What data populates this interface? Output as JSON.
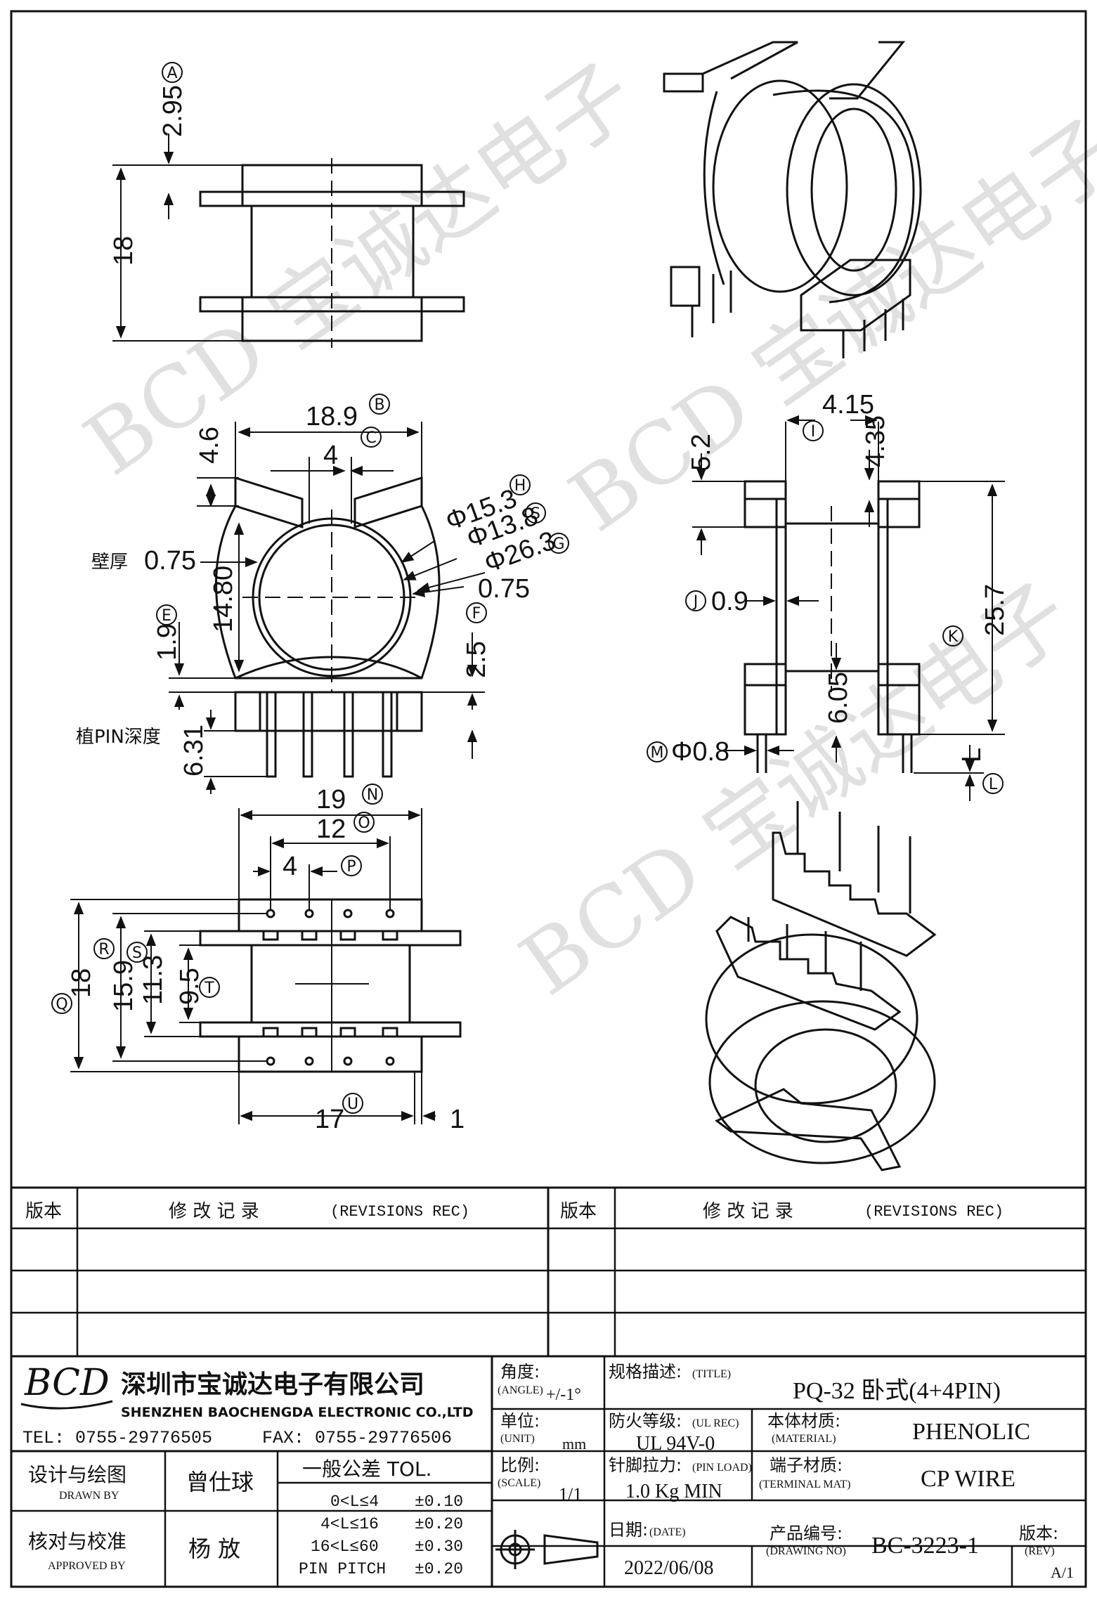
{
  "watermark": {
    "text": "BCD 宝诚达电子"
  },
  "views": {
    "top": {
      "dims": {
        "flange_offset": "2.95",
        "height": "18"
      },
      "refs": {
        "a": "A"
      }
    },
    "front": {
      "dims": {
        "width": "18.9",
        "slot": "4",
        "flange": "4.6",
        "wall_val": "0.75",
        "d_inner": "Φ15.3",
        "d_mid": "Φ13.8",
        "d_outer": "Φ26.3",
        "right_wall": "0.75",
        "inner_h": "14.80",
        "left_drop": "1.9",
        "right_drop": "2.5",
        "pin_depth_val": "6.31"
      },
      "labels": {
        "wall": "壁厚",
        "pin_depth": "植PIN深度"
      },
      "refs": {
        "b": "B",
        "c": "C",
        "h": "H",
        "s": "S",
        "g": "G",
        "e": "E",
        "f": "F"
      }
    },
    "side": {
      "dims": {
        "w1": "4.15",
        "h1": "5.2",
        "h2": "4.35",
        "core": "0.9",
        "h_total": "25.7",
        "foot": "6.05",
        "pin_d": "Φ0.8",
        "pin_l": "L"
      },
      "refs": {
        "i": "I",
        "j": "J",
        "k": "K",
        "m": "M",
        "l": "L"
      }
    },
    "bottom": {
      "dims": {
        "w19": "19",
        "w12": "12",
        "p4": "4",
        "h18": "18",
        "h159": "15.9",
        "h113": "11.3",
        "h95": "9.5",
        "w17": "17",
        "t1": "1"
      },
      "refs": {
        "n": "N",
        "o": "O",
        "p": "P",
        "q": "Q",
        "r": "R",
        "s2": "S",
        "t": "T",
        "u": "U"
      }
    }
  },
  "revisions": {
    "ver_label": "版本",
    "rec_label": "修 改 记 录",
    "rec_label_en": "(REVISIONS REC)"
  },
  "title_block": {
    "company_cn": "深圳市宝诚达电子有限公司",
    "company_en": "SHENZHEN BAOCHENGDA ELECTRONIC CO.,LTD",
    "logo": "BCD",
    "tel": "TEL: 0755-29776505",
    "fax": "FAX: 0755-29776506",
    "angle_label": "角度:",
    "angle_en": "(ANGLE)",
    "angle_val": "+/-1°",
    "title_label": "规格描述:",
    "title_en": "(TITLE)",
    "title_val": "PQ-32 卧式(4+4PIN)",
    "unit_label": "单位:",
    "unit_en": "(UNIT)",
    "unit_val": "mm",
    "ul_label": "防火等级:",
    "ul_en": "(UL REC)",
    "ul_val": "UL 94V-0",
    "material_label": "本体材质:",
    "material_en": "(MATERIAL)",
    "material_val": "PHENOLIC",
    "drawn_label": "设计与绘图",
    "drawn_en": "DRAWN BY",
    "drawn_val": "曾仕球",
    "tol_label": "一般公差 TOL.",
    "tol_rows": [
      {
        "range": "0<L≤4",
        "val": "±0.10"
      },
      {
        "range": "4<L≤16",
        "val": "±0.20"
      },
      {
        "range": "16<L≤60",
        "val": "±0.30"
      },
      {
        "range": "PIN PITCH",
        "val": "±0.20"
      }
    ],
    "scale_label": "比例:",
    "scale_en": "(SCALE)",
    "scale_val": "1/1",
    "pinload_label": "针脚拉力:",
    "pinload_en": "(PIN LOAD)",
    "pinload_val": "1.0 Kg MIN",
    "terminal_label": "端子材质:",
    "terminal_en": "(TERMINAL MAT)",
    "terminal_val": "CP WIRE",
    "approved_label": "核对与校准",
    "approved_en": "APPROVED BY",
    "approved_val": "杨 放",
    "date_label": "日期:",
    "date_en": "(DATE)",
    "date_val": "2022/06/08",
    "drawing_label": "产品编号:",
    "drawing_en": "(DRAWING NO)",
    "drawing_val": "BC-3223-1",
    "rev_label": "版本:",
    "rev_en": "(REV)",
    "rev_val": "A/1"
  }
}
